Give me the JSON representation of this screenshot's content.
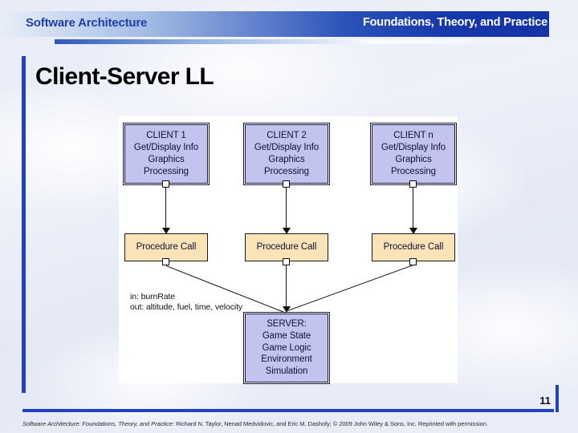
{
  "header": {
    "title": "Software Architecture",
    "subtitle": "Foundations, Theory, and Practice",
    "brand_color": "#1f3fa8",
    "band_color": "#1433a5",
    "accent_color": "#1e43bd"
  },
  "slide": {
    "title": "Client-Server LL",
    "page_number": "11"
  },
  "diagram": {
    "clients": [
      {
        "id": "client-1",
        "lines": [
          "CLIENT 1",
          "Get/Display Info",
          "Graphics",
          "Processing"
        ],
        "text": "CLIENT 1\nGet/Display Info\nGraphics\nProcessing",
        "fill": "#c3c3ef"
      },
      {
        "id": "client-2",
        "lines": [
          "CLIENT 2",
          "Get/Display Info",
          "Graphics",
          "Processing"
        ],
        "text": "CLIENT 2\nGet/Display Info\nGraphics\nProcessing",
        "fill": "#c3c3ef"
      },
      {
        "id": "client-n",
        "lines": [
          "CLIENT n",
          "Get/Display Info",
          "Graphics",
          "Processing"
        ],
        "text": "CLIENT n\nGet/Display Info\nGraphics\nProcessing",
        "fill": "#c3c3ef"
      }
    ],
    "procedure_calls": [
      {
        "id": "proc-1",
        "label": "Procedure Call",
        "fill": "#fbe3b8"
      },
      {
        "id": "proc-2",
        "label": "Procedure Call",
        "fill": "#fbe3b8"
      },
      {
        "id": "proc-3",
        "label": "Procedure Call",
        "fill": "#fbe3b8"
      }
    ],
    "server": {
      "id": "server",
      "lines": [
        "SERVER:",
        "Game State",
        "Game Logic",
        "Environment",
        "Simulation"
      ],
      "text": "SERVER:\nGame State\nGame Logic\nEnvironment\nSimulation",
      "fill": "#c3c3ef"
    },
    "io_annotation": {
      "in": "in: burnRate",
      "out": "out: altitude, fuel, time, velocity"
    }
  },
  "footer": {
    "source_title": "Software Architecture: Foundations, Theory, and Practice",
    "credit": ": Richard N. Taylor, Nenad Medvidovic, and Eric M. Dashofy; © 2009 John Wiley & Sons, Inc. Reprinted with permission."
  }
}
